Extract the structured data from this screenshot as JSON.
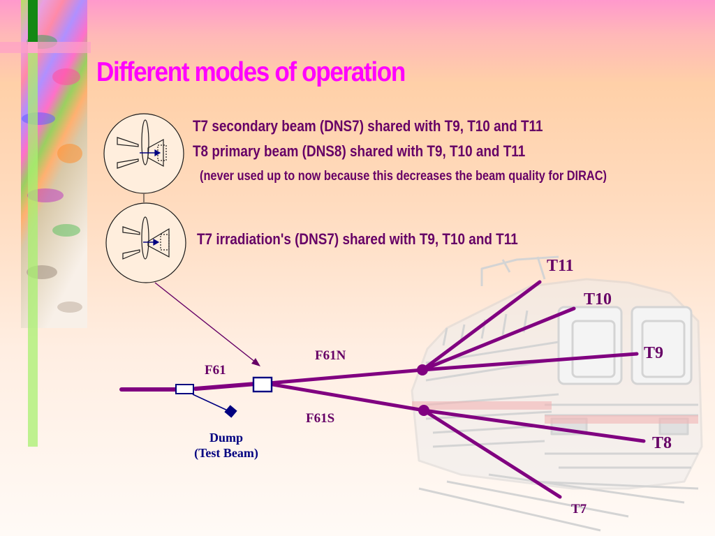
{
  "title": "Different modes of operation",
  "text_lines": [
    "T7 secondary beam (DNS7) shared with T9, T10 and T11",
    "T8 primary beam (DNS8) shared with T9, T10 and T11",
    "(never used up to now because this decreases the beam quality for DIRAC)",
    "T7 irradiation's (DNS7) shared with T9, T10 and T11"
  ],
  "diagram": {
    "beam_labels": {
      "f61": "F61",
      "f61n": "F61N",
      "f61s": "F61S",
      "t11": "T11",
      "t10": "T10",
      "t9": "T9",
      "t8": "T8",
      "t7": "T7"
    },
    "dump_label_line1": "Dump",
    "dump_label_line2": "(Test Beam)"
  },
  "colors": {
    "title": "#ff00ff",
    "text": "#660066",
    "beam": "#800080",
    "element_outline": "#000080",
    "train": "#d9d9d9"
  }
}
